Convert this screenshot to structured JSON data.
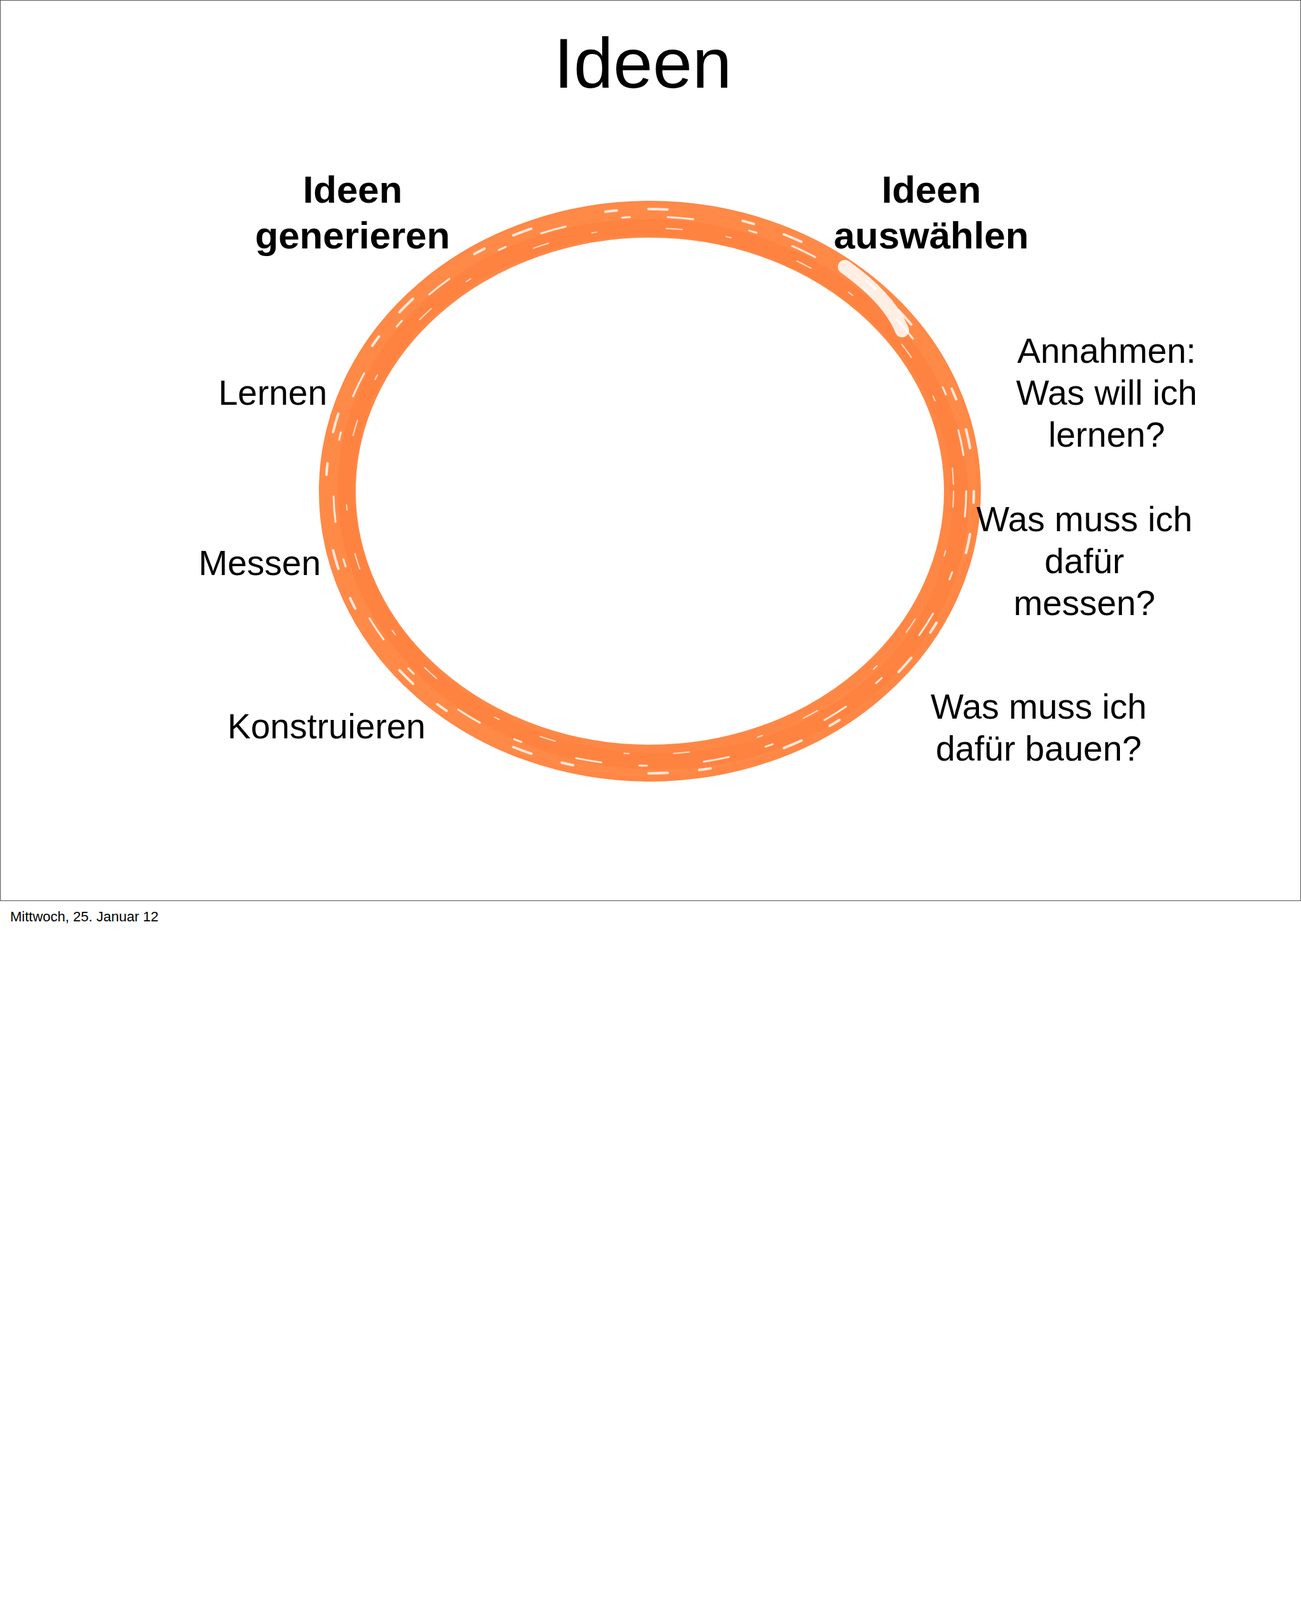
{
  "diagram": {
    "title": "Ideen",
    "labels": [
      "Ideen generieren",
      "Ideen auswählen",
      "Lernen",
      "Messen",
      "Konstruieren",
      "Annahmen: Was will ich lernen?",
      "Was muss ich dafür messen?",
      "Was muss ich dafür bauen?",
      "Mittwoch, 25. Januar 12"
    ]
  }
}
